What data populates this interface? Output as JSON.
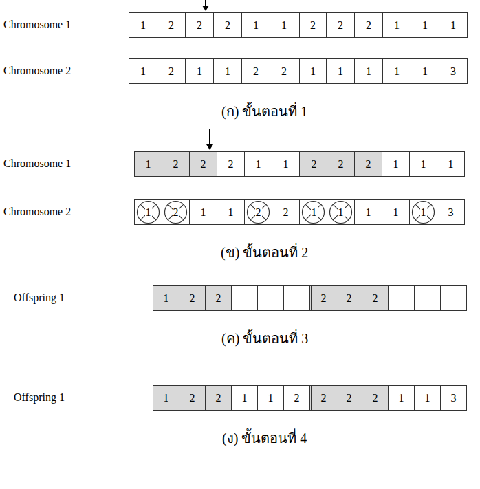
{
  "diagram": {
    "nodes": [
      {
        "text": [
          "1"
        ]
      },
      {
        "text": [
          "2"
        ]
      },
      {
        "text": [
          "2"
        ]
      },
      {
        "text": [
          "2"
        ]
      },
      {
        "text": [
          "1"
        ]
      },
      {
        "text": [
          "1"
        ]
      },
      {
        "text": [
          "2"
        ]
      },
      {
        "text": [
          "2"
        ]
      },
      {
        "text": [
          "2"
        ]
      },
      {
        "text": [
          "1"
        ]
      },
      {
        "text": [
          "1"
        ]
      },
      {
        "text": [
          "1"
        ]
      },
      {
        "text": [
          "1"
        ]
      },
      {
        "text": [
          "2"
        ]
      },
      {
        "text": [
          "1"
        ]
      },
      {
        "text": [
          "1"
        ]
      },
      {
        "text": [
          "2"
        ]
      },
      {
        "text": [
          "2"
        ]
      },
      {
        "text": [
          "1"
        ]
      },
      {
        "text": [
          "1"
        ]
      },
      {
        "text": [
          "1"
        ]
      },
      {
        "text": [
          "1"
        ]
      },
      {
        "text": [
          "1"
        ]
      },
      {
        "text": [
          "3"
        ]
      },
      {
        "text": [
          "1"
        ]
      },
      {
        "text": [
          "2"
        ]
      },
      {
        "text": [
          "2"
        ]
      },
      {
        "text": [
          "2"
        ]
      },
      {
        "text": [
          "1"
        ]
      },
      {
        "text": [
          "1"
        ]
      },
      {
        "text": [
          "2"
        ]
      },
      {
        "text": [
          "2"
        ]
      },
      {
        "text": [
          "2"
        ]
      },
      {
        "text": [
          "1"
        ]
      },
      {
        "text": [
          "1"
        ]
      },
      {
        "text": [
          "1"
        ]
      },
      {
        "text": [
          "1"
        ]
      },
      {
        "text": [
          "2"
        ]
      },
      {
        "text": [
          "1"
        ]
      },
      {
        "text": [
          "1"
        ]
      },
      {
        "text": [
          "2"
        ]
      },
      {
        "text": [
          "2"
        ]
      },
      {
        "text": [
          "1"
        ]
      },
      {
        "text": [
          "1"
        ]
      },
      {
        "text": [
          "1"
        ]
      },
      {
        "text": [
          "1"
        ]
      },
      {
        "text": [
          "1"
        ]
      },
      {
        "text": [
          "3"
        ]
      },
      {
        "text": [
          "1"
        ]
      },
      {
        "text": [
          "2"
        ]
      },
      {
        "text": [
          "2"
        ]
      },
      {
        "text": [
          "2"
        ]
      },
      {
        "text": [
          "2"
        ]
      },
      {
        "text": [
          "2"
        ]
      },
      {
        "text": [
          "1"
        ]
      },
      {
        "text": [
          "2"
        ]
      },
      {
        "text": [
          "2"
        ]
      },
      {
        "text": [
          "1"
        ]
      },
      {
        "text": [
          "1"
        ]
      },
      {
        "text": [
          "2"
        ]
      },
      {
        "text": [
          "2"
        ]
      },
      {
        "text": [
          "2"
        ]
      },
      {
        "text": [
          "2"
        ]
      },
      {
        "text": [
          "1"
        ]
      },
      {
        "text": [
          "1"
        ]
      },
      {
        "text": [
          "3"
        ]
      }
    ],
    "labels": [
      "Chromosome 1",
      "Chromosome 2",
      "(ก) ขั้นตอนที่ 1",
      "Chromosome 1",
      "Chromosome 2",
      "(ข) ขั้นตอนที่ 2",
      "Offspring 1",
      "(ค) ขั้นตอนที่ 3",
      "Offspring 1",
      "(ง) ขั้นตอนที่ 4"
    ]
  }
}
